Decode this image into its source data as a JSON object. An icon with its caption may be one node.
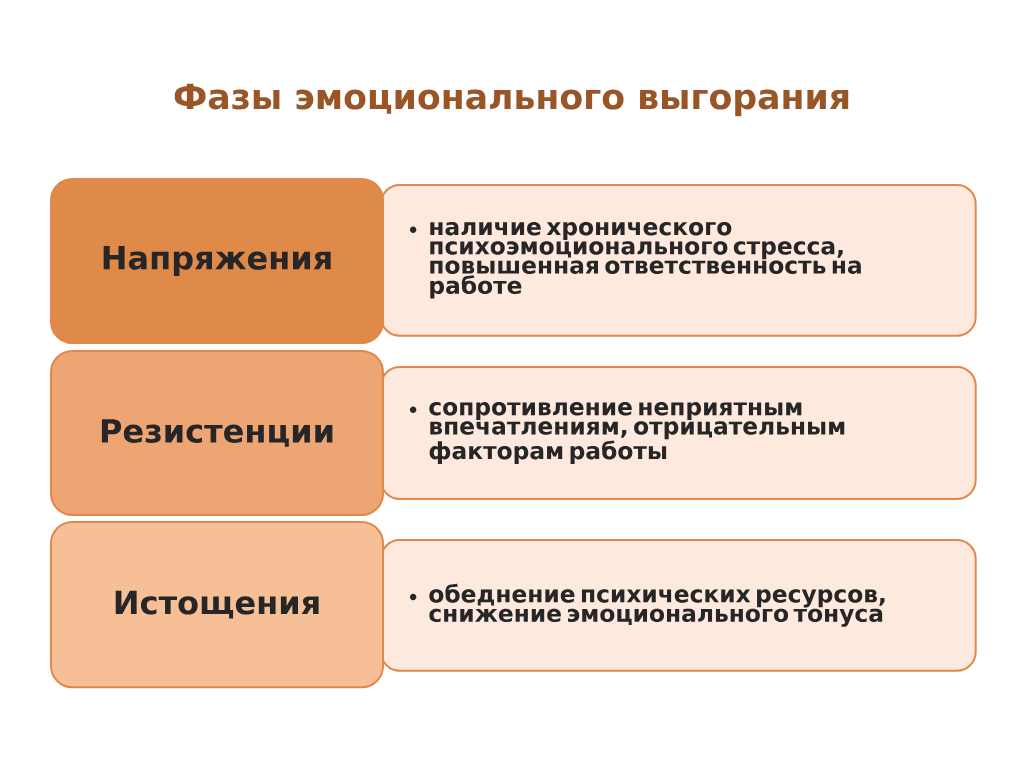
{
  "diagram": {
    "title": "Фазы эмоционального выгорания",
    "nodes": [
      {
        "text": [
          "Напряжения"
        ]
      },
      {
        "text": [
          "наличие хронического психоэмоционального стресса, повышенная ответственность на работе"
        ]
      },
      {
        "text": [
          "Резистенции"
        ]
      },
      {
        "text": [
          "сопротивление неприятным впечатлениям, отрицательным факторам работы"
        ]
      },
      {
        "text": [
          "Истощения"
        ]
      },
      {
        "text": [
          "обеднение психических ресурсов, снижение эмоционального тонуса"
        ]
      }
    ]
  }
}
